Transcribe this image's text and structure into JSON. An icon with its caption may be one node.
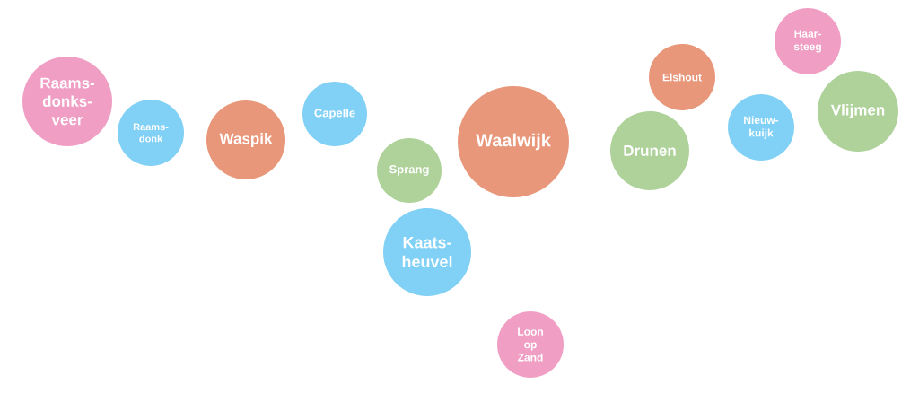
{
  "diagram": {
    "nodes": [
      {
        "text": [
          "Raams- donks- veer"
        ]
      },
      {
        "text": [
          "Raams- donk"
        ]
      },
      {
        "text": [
          "Waspik"
        ]
      },
      {
        "text": [
          "Capelle"
        ]
      },
      {
        "text": [
          "Sprang"
        ]
      },
      {
        "text": [
          "Waalwijk"
        ]
      },
      {
        "text": [
          "Kaats- heuvel"
        ]
      },
      {
        "text": [
          "Loon op Zand"
        ]
      },
      {
        "text": [
          "Elshout"
        ]
      },
      {
        "text": [
          "Drunen"
        ]
      },
      {
        "text": [
          "Haar- steeg"
        ]
      },
      {
        "text": [
          "Nieuw- kuijk"
        ]
      },
      {
        "text": [
          "Vlijmen"
        ]
      }
    ]
  }
}
